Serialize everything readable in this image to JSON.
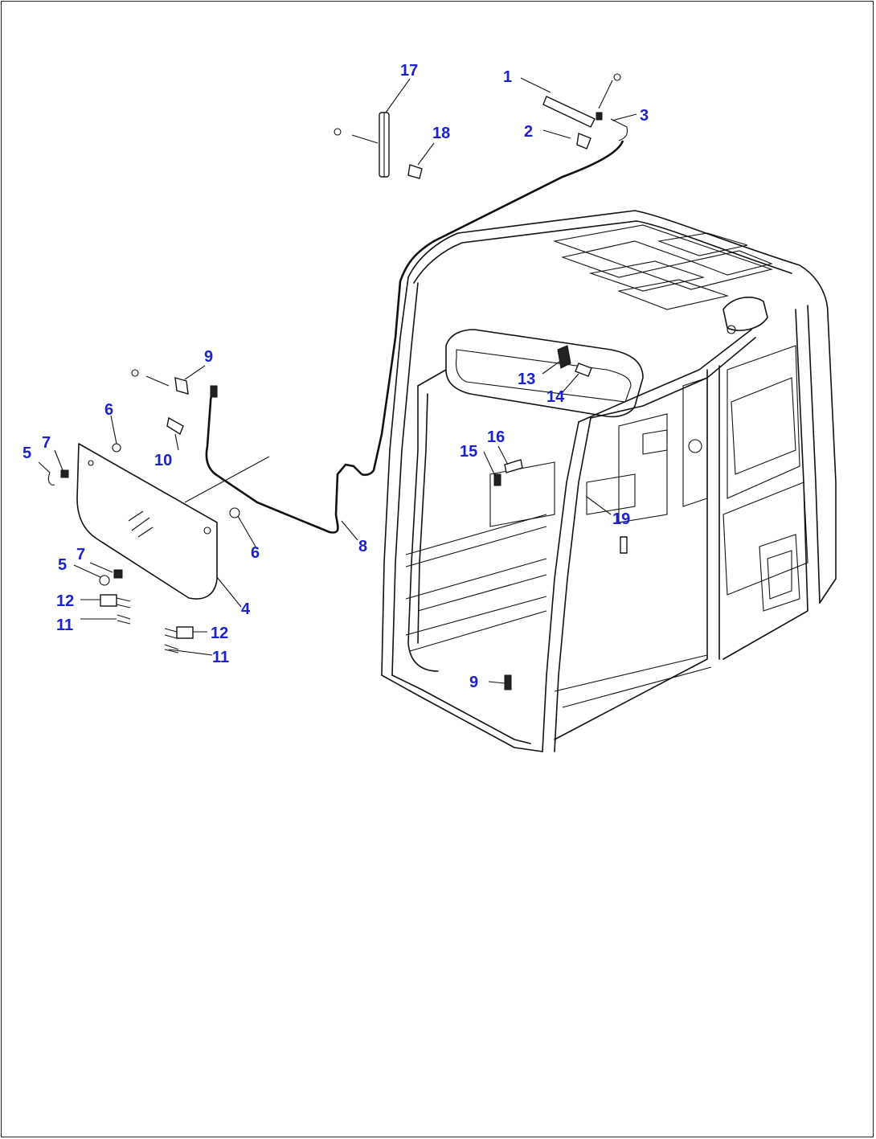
{
  "callouts": [
    {
      "id": "c1",
      "text": "1"
    },
    {
      "id": "c2",
      "text": "2"
    },
    {
      "id": "c3",
      "text": "3"
    },
    {
      "id": "c4",
      "text": "4"
    },
    {
      "id": "c5a",
      "text": "5"
    },
    {
      "id": "c5b",
      "text": "5"
    },
    {
      "id": "c6a",
      "text": "6"
    },
    {
      "id": "c6b",
      "text": "6"
    },
    {
      "id": "c7a",
      "text": "7"
    },
    {
      "id": "c7b",
      "text": "7"
    },
    {
      "id": "c8",
      "text": "8"
    },
    {
      "id": "c9a",
      "text": "9"
    },
    {
      "id": "c9b",
      "text": "9"
    },
    {
      "id": "c10",
      "text": "10"
    },
    {
      "id": "c11a",
      "text": "11"
    },
    {
      "id": "c11b",
      "text": "11"
    },
    {
      "id": "c12a",
      "text": "12"
    },
    {
      "id": "c12b",
      "text": "12"
    },
    {
      "id": "c13",
      "text": "13"
    },
    {
      "id": "c14",
      "text": "14"
    },
    {
      "id": "c15",
      "text": "15"
    },
    {
      "id": "c16",
      "text": "16"
    },
    {
      "id": "c17",
      "text": "17"
    },
    {
      "id": "c18",
      "text": "18"
    },
    {
      "id": "c19",
      "text": "19"
    }
  ],
  "colors": {
    "callout": "#1a22cc",
    "linework": "#111111",
    "background": "#ffffff"
  }
}
